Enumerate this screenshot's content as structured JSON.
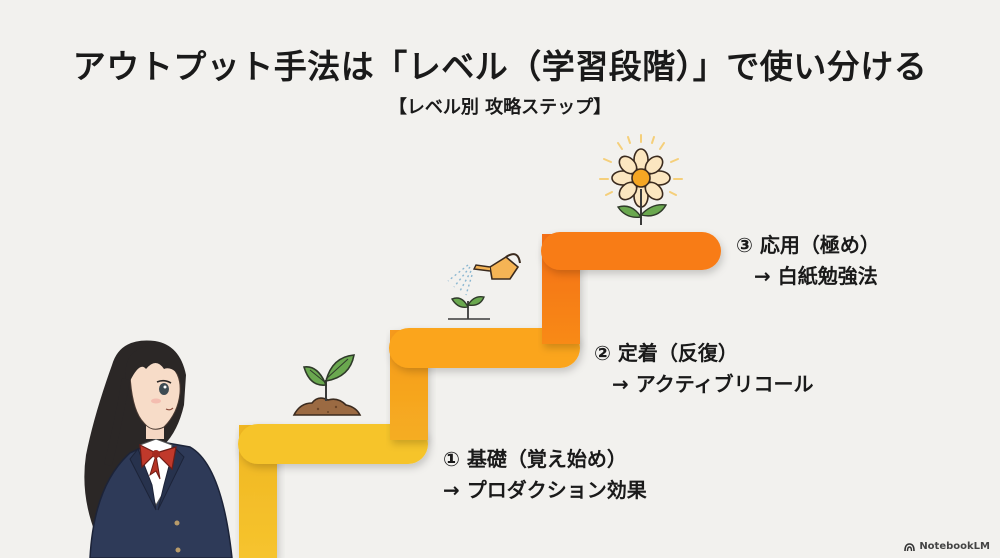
{
  "header": {
    "title": "アウトプット手法は「レベル（学習段階）」で使い分ける",
    "subtitle": "【レベル別 攻略ステップ】"
  },
  "steps": [
    {
      "label": "① 基礎（覚え始め）",
      "method": "→ プロダクション効果",
      "icon": "sprout-in-soil-icon",
      "color": "#f5c02a"
    },
    {
      "label": "② 定着（反復）",
      "method": "→ アクティブリコール",
      "icon": "watering-can-sprout-icon",
      "color": "#fba31a"
    },
    {
      "label": "③ 応用（極め）",
      "method": "→ 白紙勉強法",
      "icon": "blooming-flower-icon",
      "color": "#f87a14"
    }
  ],
  "illustration": {
    "subject": "student-girl-in-blazer"
  },
  "watermark": {
    "text": "NotebookLM"
  }
}
